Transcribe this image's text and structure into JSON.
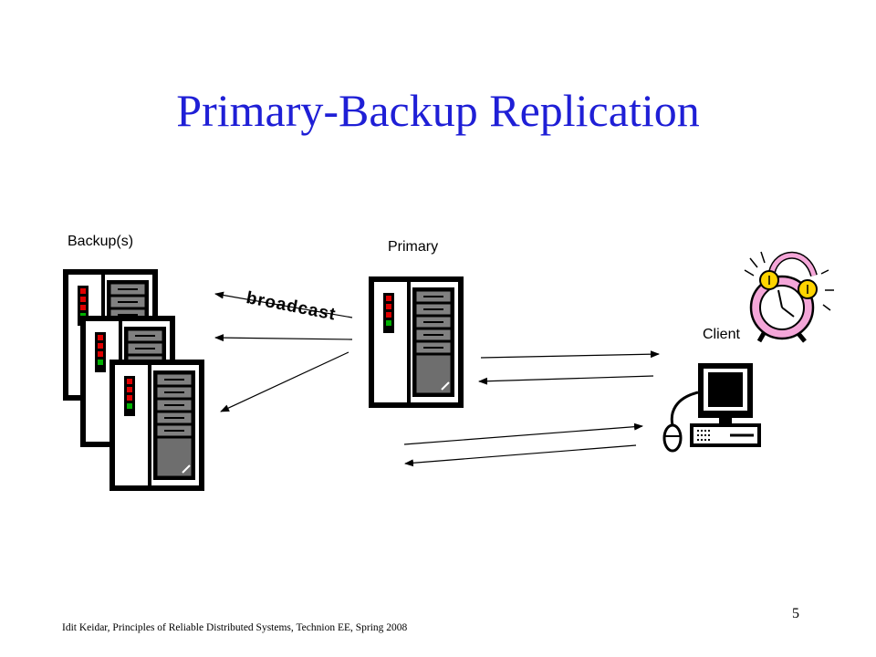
{
  "slide": {
    "title": "Primary-Backup Replication",
    "labels": {
      "backups": "Backup(s)",
      "primary": "Primary",
      "client": "Client",
      "broadcast": "broadcast"
    },
    "footer": "Idit Keidar, Principles  of Reliable Distributed Systems, Technion EE, Spring 2008",
    "page_number": "5"
  },
  "colors": {
    "title": "#1f1fd6",
    "server_dark": "#000000",
    "drive": "#808080",
    "led_red": "#e00000",
    "led_green": "#00b000",
    "clock_pink": "#f4a6d8",
    "clock_yellow": "#ffd400"
  },
  "icons": {
    "backup_servers": "server-stack-icon",
    "primary_server": "server-icon",
    "client": "desktop-computer-icon",
    "timer": "alarm-clock-icon"
  }
}
